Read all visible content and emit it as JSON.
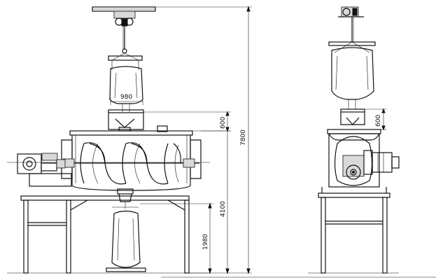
{
  "dimensions": {
    "hopper_width": "980",
    "inlet_height_front": "600",
    "inlet_height_side": "600",
    "total_height": "7800",
    "discharge_height": "4100",
    "bag_height": "1980"
  }
}
